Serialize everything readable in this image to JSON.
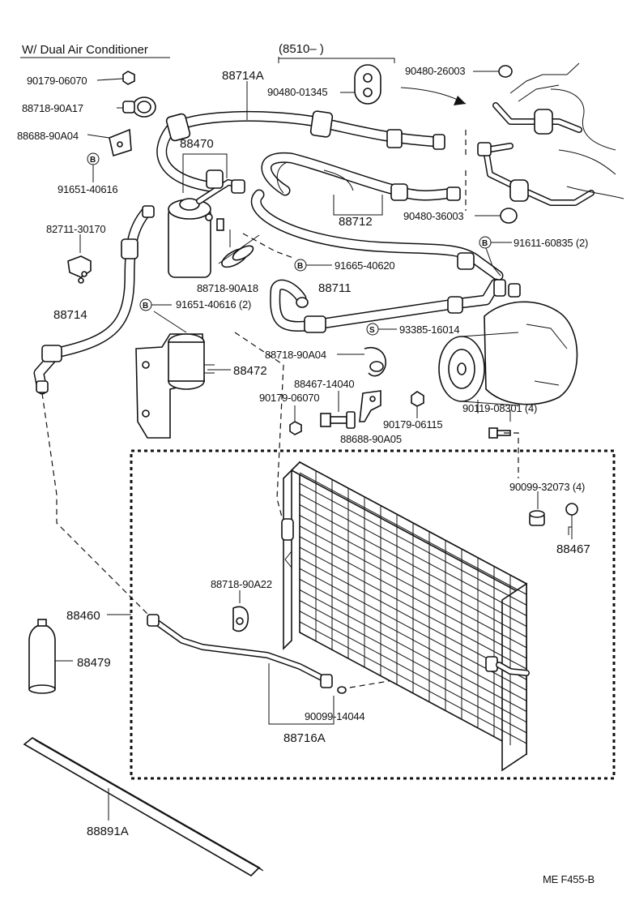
{
  "header": {
    "title": "W/ Dual Air Conditioner",
    "range_label": "(8510–        )"
  },
  "footer": {
    "code": "ME  F455-B"
  },
  "badge_letters": {
    "b": "B",
    "s": "S"
  },
  "parts": {
    "p_90179_06070_top": "90179-06070",
    "p_88718_90A17": "88718-90A17",
    "p_88688_90A04": "88688-90A04",
    "p_91651_40616": "91651-40616",
    "p_88714A": "88714A",
    "p_90480_01345": "90480-01345",
    "p_90480_26003": "90480-26003",
    "p_88470": "88470",
    "p_88712": "88712",
    "p_90480_36003": "90480-36003",
    "p_82711_30170": "82711-30170",
    "p_91611_60835": "91611-60835 (2)",
    "p_91665_40620": "91665-40620",
    "p_88718_90A18": "88718-90A18",
    "p_88711": "88711",
    "p_88714": "88714",
    "p_91651_40616_2": "91651-40616 (2)",
    "p_93385_16014": "93385-16014",
    "p_88718_90A04": "88718-90A04",
    "p_88472": "88472",
    "p_88467_14040": "88467-14040",
    "p_90179_06070_mid": "90179-06070",
    "p_90179_06115": "90179-06115",
    "p_88688_90A05": "88688-90A05",
    "p_90119_08301": "90119-08301 (4)",
    "p_90099_32073": "90099-32073 (4)",
    "p_88467": "88467",
    "p_88718_90A22": "88718-90A22",
    "p_88460": "88460",
    "p_88479": "88479",
    "p_90099_14044": "90099-14044",
    "p_88716A": "88716A",
    "p_88891A": "88891A"
  }
}
